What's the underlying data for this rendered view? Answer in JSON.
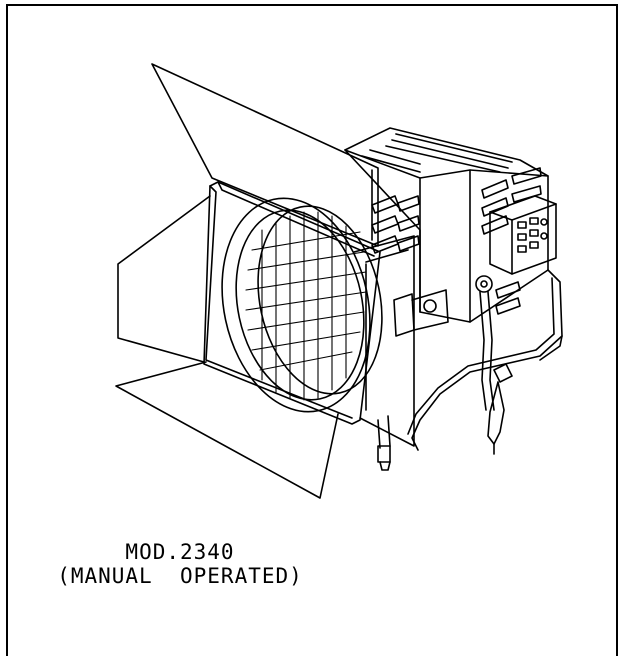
{
  "caption": {
    "model": "MOD.2340",
    "note": "(MANUAL  OPERATED)"
  },
  "colors": {
    "line": "#000000",
    "background": "#ffffff"
  },
  "icons": {
    "illustration": "fresnel-spotlight-with-barn-doors-line-drawing"
  }
}
